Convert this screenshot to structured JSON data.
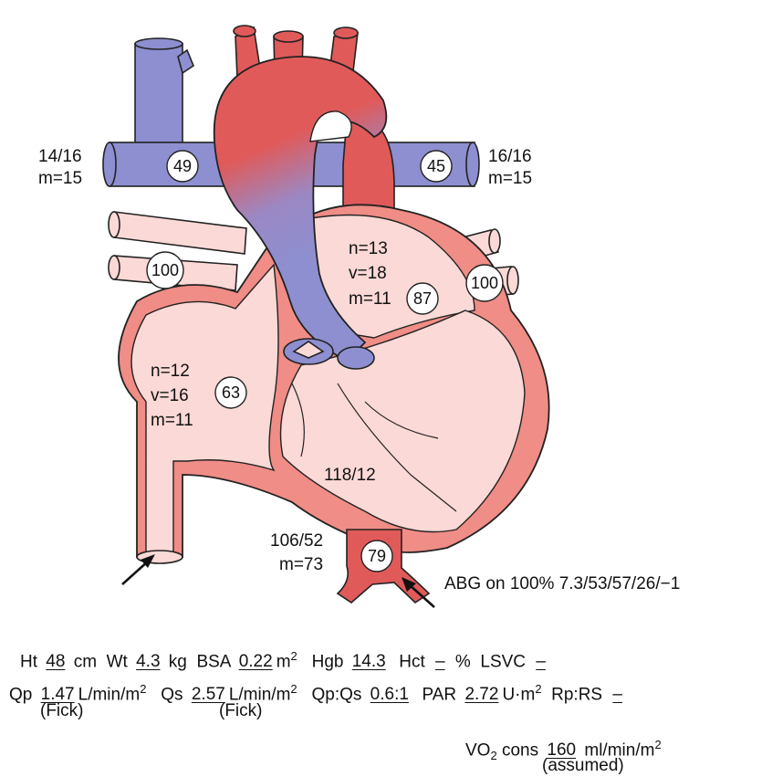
{
  "diagram": {
    "pressures": {
      "left_svc": [
        "14/16",
        "m=15"
      ],
      "right_vessel": [
        "16/16",
        "m=15"
      ],
      "left_atrium": [
        "n=13",
        "v=18",
        "m=11"
      ],
      "right_atrium": [
        "n=12",
        "v=16",
        "m=11"
      ],
      "ventricle": "118/12",
      "aorta_desc": [
        "106/52",
        "m=73"
      ]
    },
    "saturations": {
      "svc_left": "49",
      "svc_right": "45",
      "pulm_vein_left": "100",
      "pulm_vein_right": "100",
      "left_atrium": "87",
      "right_atrium": "63",
      "aorta": "79"
    },
    "abg": "ABG on 100% 7.3/53/57/26/−1",
    "colors": {
      "venous": "#8d8fd0",
      "arterial": "#e05a5a",
      "chamber": "#fbd9d6",
      "wall": "#ef8d86",
      "outline": "#222222"
    }
  },
  "footer": {
    "ht_label": "Ht",
    "ht": "48",
    "ht_unit": "cm",
    "wt_label": "Wt",
    "wt": "4.3",
    "wt_unit": "kg",
    "bsa_label": "BSA",
    "bsa": "0.22",
    "bsa_unit": "m",
    "hgb_label": "Hgb",
    "hgb": "14.3",
    "hct_label": "Hct",
    "hct": "–",
    "hct_unit": "%",
    "lsvc_label": "LSVC",
    "lsvc": "–",
    "qp_label": "Qp",
    "qp": "1.47",
    "qp_unit": "L/min/m",
    "qs_label": "Qs",
    "qs": "2.57",
    "qs_unit": "L/min/m",
    "qpqs_label": "Qp:Qs",
    "qpqs": "0.6:1",
    "par_label": "PAR",
    "par": "2.72",
    "par_unit": "U·m",
    "rprs_label": "Rp:RS",
    "rprs": "–",
    "fick": "(Fick)",
    "vo2_label": "VO",
    "vo2_label_b": "cons",
    "vo2": "160",
    "vo2_unit": "ml/min/m",
    "assumed": "(assumed)",
    "sup2": "2",
    "sub2": "2"
  }
}
